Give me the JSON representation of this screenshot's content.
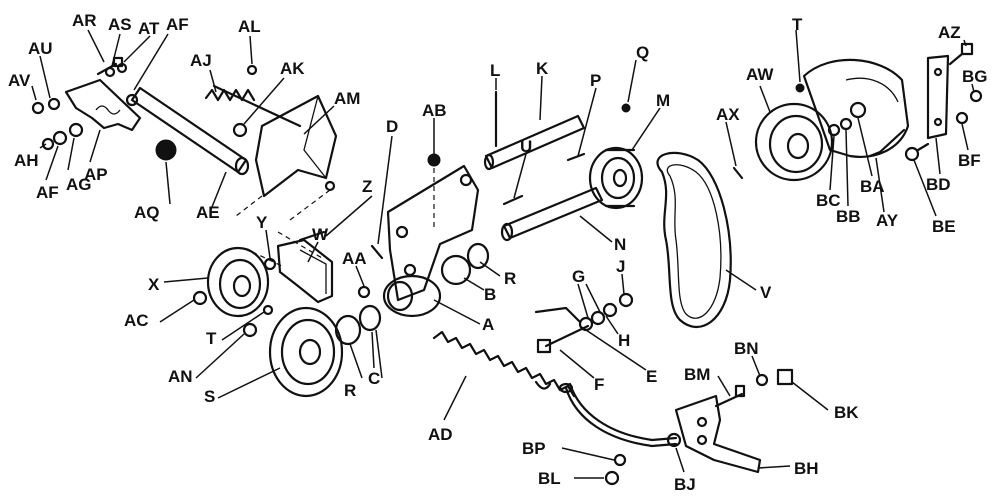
{
  "labels": {
    "AR": "AR",
    "AS": "AS",
    "AT": "AT",
    "AF": "AF",
    "AU": "AU",
    "AV": "AV",
    "AH": "AH",
    "AG": "AG",
    "AP": "AP",
    "AQ": "AQ",
    "AE": "AE",
    "AL": "AL",
    "AJ": "AJ",
    "AK": "AK",
    "AM": "AM",
    "D": "D",
    "AB": "AB",
    "Z": "Z",
    "Y": "Y",
    "W": "W",
    "AA": "AA",
    "X": "X",
    "AC": "AC",
    "T": "T",
    "AN": "AN",
    "S": "S",
    "L": "L",
    "K": "K",
    "P": "P",
    "Q": "Q",
    "M": "M",
    "U": "U",
    "N": "N",
    "R": "R",
    "B": "B",
    "A": "A",
    "C": "C",
    "AD": "AD",
    "G": "G",
    "J": "J",
    "H": "H",
    "E": "E",
    "F": "F",
    "V": "V",
    "AX": "AX",
    "AW": "AW",
    "AZ": "AZ",
    "BG": "BG",
    "BA": "BA",
    "BC": "BC",
    "BB": "BB",
    "BF": "BF",
    "BD": "BD",
    "AY": "AY",
    "BE": "BE",
    "BN": "BN",
    "BM": "BM",
    "BK": "BK",
    "BP": "BP",
    "BJ": "BJ",
    "BL": "BL",
    "BH": "BH"
  }
}
